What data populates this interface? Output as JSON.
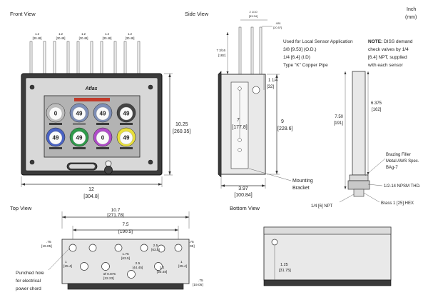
{
  "header": {
    "units_line1": "Inch",
    "units_line2": "(mm)"
  },
  "front_view": {
    "title": "Front View",
    "pipe_spacing_inch": "1.2",
    "pipe_spacing_mm": "[30.48]",
    "brand_text": "Atlas",
    "gauges": [
      {
        "value": "0",
        "label_color": "#3a3a3a"
      },
      {
        "value": "49",
        "label_color": "#7a7a7a"
      },
      {
        "value": "49",
        "label_color": "#3a3a3a"
      },
      {
        "value": "49",
        "label_color": "#3a3a3a"
      },
      {
        "value": "49",
        "label_color": "#3a3a3a"
      },
      {
        "value": "49",
        "label_color": "#3a3a3a"
      },
      {
        "value": "0",
        "label_color": "#3a3a3a"
      },
      {
        "value": "49",
        "label_color": "#3a3a3a"
      }
    ],
    "ring_colors": [
      "#bdbdbd",
      "#7e8fb7",
      "#7e8fb7",
      "#444444",
      "#4a63c4",
      "#2e9a4a",
      "#b04cc9",
      "#e8df3c"
    ],
    "height_inch": "10.25",
    "height_mm": "[260.35]",
    "width_inch": "12",
    "width_mm": "[304.8]"
  },
  "side_view": {
    "title": "Side View",
    "pipe_height_inch": "7 3/16",
    "pipe_height_mm": "[182]",
    "pipe_gap_inch": "2 1/10",
    "pipe_gap_mm": "[53.34]",
    "pipe_dia_inch": ".081",
    "pipe_dia_mm": "[20.57]",
    "pipe_offset_inch": "1 1/4",
    "pipe_offset_mm": "[32]",
    "inner_inch": "7",
    "inner_mm": "[177.8]",
    "outer_inch": "9",
    "outer_mm": "[228.6]",
    "depth_inch": "3.97",
    "depth_mm": "[100.84]",
    "bracket_label_1": "Mounting",
    "bracket_label_2": "Bracket"
  },
  "pipe_note": {
    "line1": "Used for Local Sensor Application",
    "line2": "3/8 [9.53] (O.D.)",
    "line3": "1/4 [6.4] (I.D)",
    "line4": "Type \"K\" Copper Pipe"
  },
  "sensor_note": {
    "label": "NOTE:",
    "line1": " DISS demand",
    "line2": "check valves by 1/4",
    "line3": "[6.4] NPT, supplied",
    "line4": "with each sensor"
  },
  "sensor_detail": {
    "total_inch": "7.50",
    "total_mm": "[191]",
    "tube_inch": "6.375",
    "tube_mm": "[162]",
    "brazing_1": "Brazing Filler",
    "brazing_2": "Metal AWS Spec.",
    "brazing_3": "BAg-7",
    "thread": "1/2-14 NPSM THD.",
    "npt": "1/4 [6] NPT",
    "hex": "Brass 1 [25] HEX"
  },
  "top_view": {
    "title": "Top View",
    "overall_inch": "10.7",
    "overall_mm": "[271.78]",
    "span_inch": "7.5",
    "span_mm": "[190.5]",
    "left_edge_inch": ".75",
    "left_edge_mm": "[19.05]",
    "right_edge_inch": ".75",
    "right_edge_mm": "[19.05]",
    "left_depth_inch": "1",
    "left_depth_mm": "[25.4]",
    "right_depth_inch": "1",
    "right_depth_mm": "[25.4]",
    "pitch_a_inch": "1.75",
    "pitch_a_mm": "[63.5]",
    "pitch_b_inch": "2.5",
    "pitch_b_mm": "[63.5]",
    "pitch_c_inch": "2.5",
    "pitch_c_mm": "[44.45]",
    "right_pitch_inch": "1.2",
    "right_pitch_mm": "[30.48]",
    "hole_dia_inch": "Ø 0.875",
    "hole_dia_mm": "[22.23]",
    "bottom_edge_inch": ".75",
    "bottom_edge_mm": "[19.05]",
    "callout_1": "Punched hole",
    "callout_2": "for electrical",
    "callout_3": "power chord"
  },
  "bottom_view": {
    "title": "Bottom View",
    "hole_inch": "1.25",
    "hole_mm": "[31.75]"
  }
}
